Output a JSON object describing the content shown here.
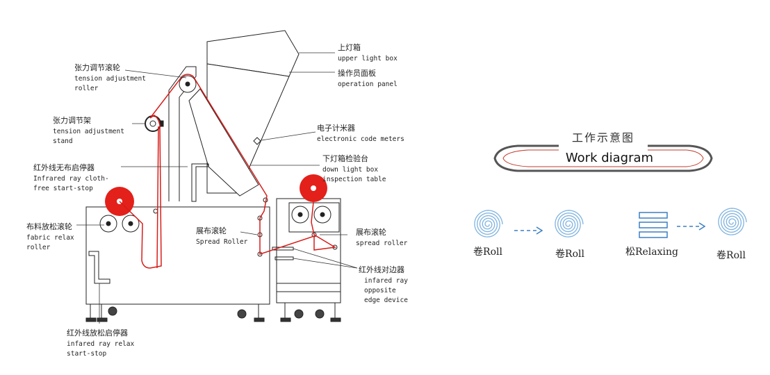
{
  "machine": {
    "labels": [
      {
        "id": "upper-light-box",
        "zh": "上灯箱",
        "en": [
          "upper light box"
        ]
      },
      {
        "id": "operation-panel",
        "zh": "操作员面板",
        "en": [
          "operation panel"
        ]
      },
      {
        "id": "tension-adjustment-roller",
        "zh": "张力调节滚轮",
        "en": [
          "tension adjustment",
          "roller"
        ]
      },
      {
        "id": "tension-adjustment-stand",
        "zh": "张力调节架",
        "en": [
          "tension adjustment",
          "stand"
        ]
      },
      {
        "id": "electronic-code-meters",
        "zh": "电子计米器",
        "en": [
          "electronic code meters"
        ]
      },
      {
        "id": "down-light-box",
        "zh": "下灯箱检验台",
        "en": [
          "down light box",
          "inspection table"
        ]
      },
      {
        "id": "infrared-cloth-free",
        "zh": "红外线无布启停器",
        "en": [
          "Infrared ray cloth-",
          "free start-stop"
        ]
      },
      {
        "id": "fabric-relax-roller",
        "zh": "布料放松滚轮",
        "en": [
          "fabric relax",
          "roller"
        ]
      },
      {
        "id": "spread-roller-left",
        "zh": "展布滚轮",
        "en": [
          "Spread Roller"
        ]
      },
      {
        "id": "spread-roller-right",
        "zh": "展布滚轮",
        "en": [
          "spread roller"
        ]
      },
      {
        "id": "infrared-edge-device",
        "zh": "红外线对边器",
        "en": [
          "infared ray",
          "opposite",
          "edge device"
        ]
      },
      {
        "id": "infrared-relax-start-stop",
        "zh": "红外线放松启停器",
        "en": [
          "infared ray relax",
          "start-stop"
        ]
      }
    ]
  },
  "work_diagram": {
    "title_zh": "工作示意图",
    "title_en": "Work diagram",
    "steps": [
      "卷Roll",
      "卷Roll",
      "松Relaxing",
      "卷Roll"
    ],
    "colors": {
      "accent": "#c0392b",
      "frame": "#555555",
      "flow": "#3a7fc4",
      "spiral": "#7fb3e0"
    }
  }
}
